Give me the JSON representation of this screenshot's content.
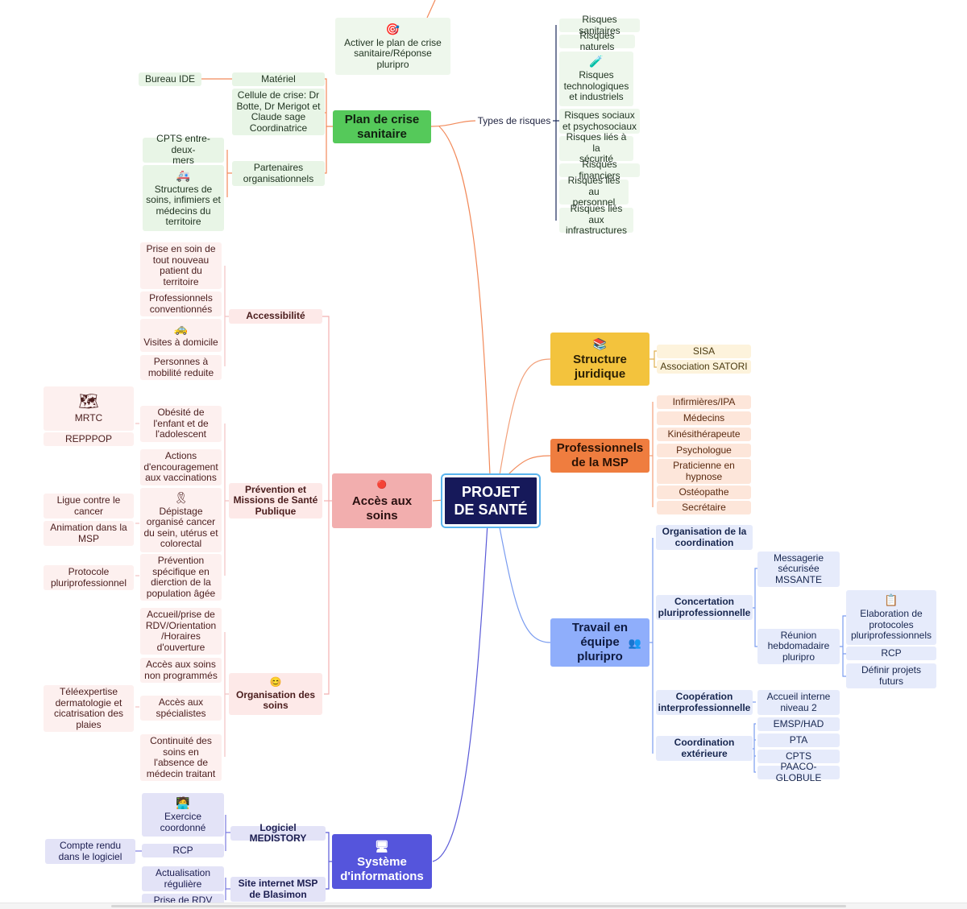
{
  "center": {
    "label": "PROJET\nDE SANTÉ"
  },
  "branches": {
    "plan": {
      "label": "Plan de crise\nsanitaire",
      "activate": {
        "label": "Activer le plan de crise\nsanitaire/Réponse\npluripro",
        "icon": "🎯"
      },
      "materiel": {
        "label": "Matériel",
        "child": "Bureau IDE"
      },
      "cellule": {
        "label": "Cellule de crise: Dr\nBotte, Dr Merigot et\nClaude sage\nCoordinatrice"
      },
      "partenaires": {
        "label": "Partenaires\norganisationnels",
        "children": [
          {
            "label": "CPTS entre-deux-\nmers"
          },
          {
            "label": "Structures de\nsoins, infimiers et\nmédecins du\nterritoire",
            "icon": "🚑"
          }
        ]
      },
      "types": {
        "label": "Types de risques",
        "children": [
          {
            "label": "Risques sanitaires"
          },
          {
            "label": "Risques naturels"
          },
          {
            "label": "Risques\ntechnologiques\net industriels",
            "icon": "🧪"
          },
          {
            "label": "Risques sociaux\net psychosociaux"
          },
          {
            "label": "Risques liés à la\nsécurité"
          },
          {
            "label": "Risques financiers"
          },
          {
            "label": "Risques liés au\npersonnel"
          },
          {
            "label": "Risques liés aux\ninfrastructures"
          }
        ]
      }
    },
    "acces": {
      "label": "Accès aux\nsoins",
      "icon": "🔴",
      "accessibilite": {
        "label": "Accessibilité",
        "children": [
          {
            "label": "Prise en soin de\ntout nouveau\npatient du\nterritoire"
          },
          {
            "label": "Professionnels\nconventionnés"
          },
          {
            "label": "Visites à domicile",
            "icon": "🚕"
          },
          {
            "label": "Personnes à\nmobilité reduite"
          }
        ]
      },
      "prevention": {
        "label": "Prévention et\nMissions de Santé\nPublique",
        "children": [
          {
            "label": "Obésité de\nl'enfant et de\nl'adolescent",
            "sub": [
              {
                "label": "MRTC",
                "icon": "🗺"
              },
              {
                "label": "REPPPOP"
              }
            ]
          },
          {
            "label": "Actions\nd'encouragement\naux vaccinations"
          },
          {
            "label": "Dépistage\norganisé cancer\ndu sein, utérus et\ncolorectal",
            "icon": "🎗",
            "sub": [
              {
                "label": "Ligue contre le\ncancer"
              },
              {
                "label": "Animation dans la\nMSP"
              }
            ]
          },
          {
            "label": "Prévention\nspécifique en\ndierction de la\npopulation âgée",
            "sub": [
              {
                "label": "Protocole\npluriprofessionnel"
              }
            ]
          }
        ]
      },
      "organisation": {
        "label": "Organisation des\nsoins",
        "icon": "😊",
        "children": [
          {
            "label": "Accueil/prise de\nRDV/Orientation\n/Horaires\nd'ouverture"
          },
          {
            "label": "Accès aux soins\nnon programmés"
          },
          {
            "label": "Accès aux\nspécialistes",
            "sub": [
              {
                "label": "Téléexpertise\ndermatologie et\ncicatrisation des\nplaies"
              }
            ]
          },
          {
            "label": "Continuité des\nsoins en\nl'absence de\nmédecin traitant"
          }
        ]
      }
    },
    "systeme": {
      "label": "Système\nd'informations",
      "icon": "🖥",
      "logiciel": {
        "label": "Logiciel MEDISTORY",
        "children": [
          {
            "label": "Exercice\ncoordonné",
            "icon": "🧑‍💻"
          },
          {
            "label": "RCP",
            "sub": [
              {
                "label": "Compte rendu\ndans le logiciel"
              }
            ]
          }
        ]
      },
      "site": {
        "label": "Site internet MSP\nde Blasimon",
        "children": [
          {
            "label": "Actualisation\nrégulière"
          },
          {
            "label": "Prise de RDV"
          }
        ]
      }
    },
    "structure": {
      "label": "Structure\njuridique",
      "icon": "📚",
      "children": [
        {
          "label": "SISA"
        },
        {
          "label": "Association SATORI"
        }
      ]
    },
    "pros": {
      "label": "Professionnels\nde la MSP",
      "children": [
        {
          "label": "Infirmières/IPA"
        },
        {
          "label": "Médecins"
        },
        {
          "label": "Kinésithérapeute"
        },
        {
          "label": "Psychologue"
        },
        {
          "label": "Praticienne en\nhypnose"
        },
        {
          "label": "Ostéopathe"
        },
        {
          "label": "Secrétaire"
        }
      ]
    },
    "travail": {
      "label": "Travail en\néquipe\npluripro",
      "icon": "👥",
      "organisation_coord": {
        "label": "Organisation de la\ncoordination"
      },
      "concertation": {
        "label": "Concertation\npluriprofessionnelle",
        "children": [
          {
            "label": "Messagerie\nsécurisée\nMSSANTE"
          },
          {
            "label": "Réunion\nhebdomadaire\npluripro",
            "sub": [
              {
                "label": "Elaboration de\nprotocoles\npluriprofessionnels",
                "icon": "📋"
              },
              {
                "label": "RCP"
              },
              {
                "label": "Définir projets\nfuturs"
              }
            ]
          }
        ]
      },
      "cooperation": {
        "label": "Coopération\ninterprofessionnelle",
        "children": [
          {
            "label": "Accueil interne\nniveau 2"
          }
        ]
      },
      "coordination_ext": {
        "label": "Coordination\nextérieure",
        "children": [
          {
            "label": "EMSP/HAD"
          },
          {
            "label": "PTA"
          },
          {
            "label": "CPTS"
          },
          {
            "label": "PAACO-GLOBULE"
          }
        ]
      }
    }
  },
  "colors": {
    "green": "#55c95a",
    "red": "#f2aeae",
    "purple": "#5555dc",
    "yellow": "#f3c33d",
    "orange": "#ef7d3f",
    "blue": "#8faefb",
    "center": "#16195a"
  }
}
